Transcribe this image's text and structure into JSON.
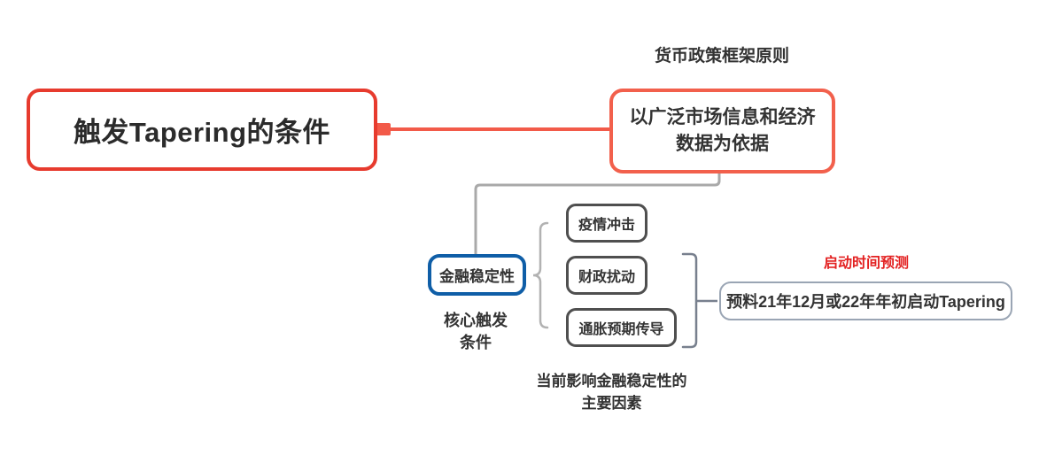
{
  "colors": {
    "main_border": "#e73b2e",
    "principle_border": "#f2604c",
    "red_connector": "#f25a49",
    "blue_border": "#0f5ea7",
    "dark_border": "#4f4f4f",
    "prediction_border": "#9aa5b4",
    "gray_connector": "#a9a9a9",
    "brace": "#b2b2b2",
    "bracket": "#78808e",
    "red_label": "#e32121"
  },
  "mindmap": {
    "root": {
      "label": "触发Tapering的条件"
    },
    "principle": {
      "caption": "货币政策框架原则",
      "label": "以广泛市场信息和经济数据为依据"
    },
    "stability": {
      "label": "金融稳定性",
      "caption": "核心触发条件"
    },
    "factors": {
      "caption": "当前影响金融稳定性的主要因素",
      "items": [
        {
          "label": "疫情冲击"
        },
        {
          "label": "财政扰动"
        },
        {
          "label": "通胀预期传导"
        }
      ]
    },
    "prediction": {
      "caption": "启动时间预测",
      "label": "预料21年12月或22年年初启动Tapering"
    }
  }
}
